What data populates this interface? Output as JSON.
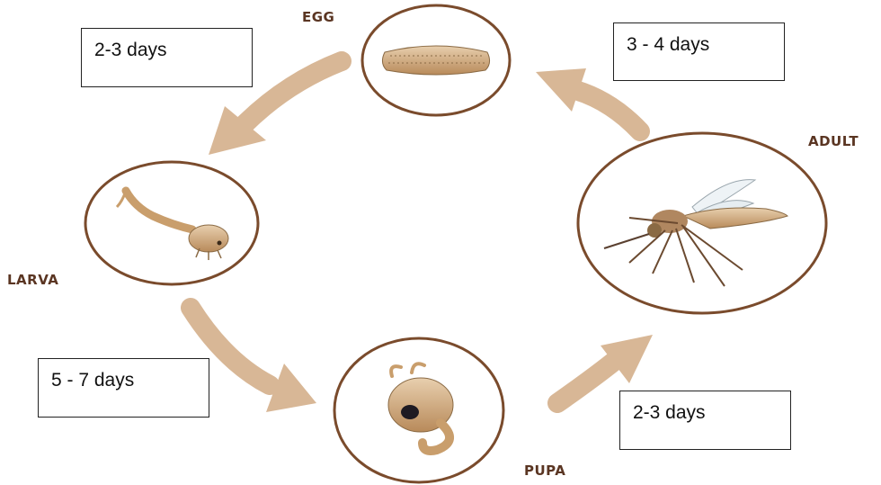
{
  "colors": {
    "arrow": "#d8b796",
    "ring": "#7a4b2c",
    "label": "#5a3522",
    "insect_body": "#c99e6c",
    "insect_dark": "#8a6a44"
  },
  "stages": {
    "egg": {
      "label": "EGG",
      "icon": "egg-icon"
    },
    "larva": {
      "label": "LARVA",
      "icon": "larva-icon"
    },
    "pupa": {
      "label": "PUPA",
      "icon": "pupa-icon"
    },
    "adult": {
      "label": "ADULT",
      "icon": "mosquito-icon"
    }
  },
  "durations": {
    "egg_to_larva": "2-3 days",
    "larva_to_pupa": "5 - 7 days",
    "pupa_to_adult": "2-3 days",
    "adult_to_egg": "3 - 4 days"
  }
}
